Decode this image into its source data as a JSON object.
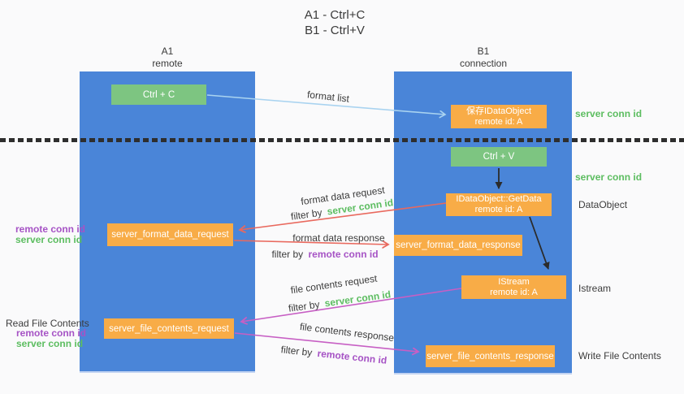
{
  "title": {
    "line1": "A1 - Ctrl+C",
    "line2": "B1 - Ctrl+V"
  },
  "lanes": {
    "a1": {
      "name": "A1",
      "role": "remote"
    },
    "b1": {
      "name": "B1",
      "role": "connection"
    }
  },
  "nodes": {
    "ctrl_c": {
      "label": "Ctrl + C"
    },
    "ctrl_v": {
      "label": "Ctrl + V"
    },
    "save_idataobject": {
      "line1": "保存IDataObject",
      "line2": "remote id: A"
    },
    "getdata": {
      "line1": "IDataObject::GetData",
      "line2": "remote id: A"
    },
    "istream": {
      "line1": "IStream",
      "line2": "remote id: A"
    },
    "format_request": {
      "label": "server_format_data_request"
    },
    "format_response": {
      "label": "server_format_data_response"
    },
    "file_request": {
      "label": "server_file_contents_request"
    },
    "file_response": {
      "label": "server_file_contents_response"
    }
  },
  "arrow_labels": {
    "format_list": "format list",
    "format_data_request": "format data request",
    "format_data_response": "format data response",
    "file_contents_request": "file contents request",
    "file_contents_response": "file contents response",
    "filter_by": "filter by",
    "server_conn_id": "server conn id",
    "remote_conn_id": "remote conn id"
  },
  "side_labels": {
    "right_server_conn_id_1": "server conn id",
    "right_server_conn_id_2": "server conn id",
    "right_dataobject": "DataObject",
    "right_istream": "Istream",
    "right_write_file_contents": "Write File Contents",
    "left_remote_conn_id_1": "remote conn id",
    "left_server_conn_id_1": "server conn id",
    "left_read_file_contents": "Read File Contents",
    "left_remote_conn_id_2": "remote conn id",
    "left_server_conn_id_2": "server conn id"
  },
  "colors": {
    "lane_blue": "#4a85d8",
    "green_box": "#7dc581",
    "orange_box": "#f8ac47",
    "green_text": "#5cbd60",
    "purple_text": "#a653c5",
    "red_arrow": "#e9695e",
    "pink_arrow": "#c75fc4",
    "light_blue_arrow": "#a9d3f0",
    "black_arrow": "#2b2b2b",
    "dark_text": "#3c3c3c"
  }
}
